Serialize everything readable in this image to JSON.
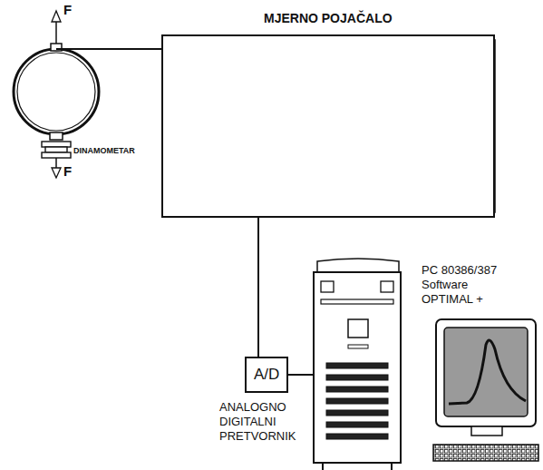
{
  "diagram": {
    "nodes": [
      {
        "text": [
          "MJERNO POJAČALO"
        ]
      },
      {
        "text": [
          "DINAMOMETAR"
        ]
      },
      {
        "text": [
          "A/D",
          "ANALOGNO DIGITALNI PRETVORNIK"
        ]
      },
      {
        "text": [
          "PC 80386/387 Software OPTIMAL +"
        ]
      }
    ],
    "edges": [
      {
        "from": 1,
        "to": 0,
        "arrow": "none"
      },
      {
        "from": 0,
        "to": 2,
        "arrow": "none"
      }
    ],
    "labels": [
      "F",
      "F"
    ]
  }
}
